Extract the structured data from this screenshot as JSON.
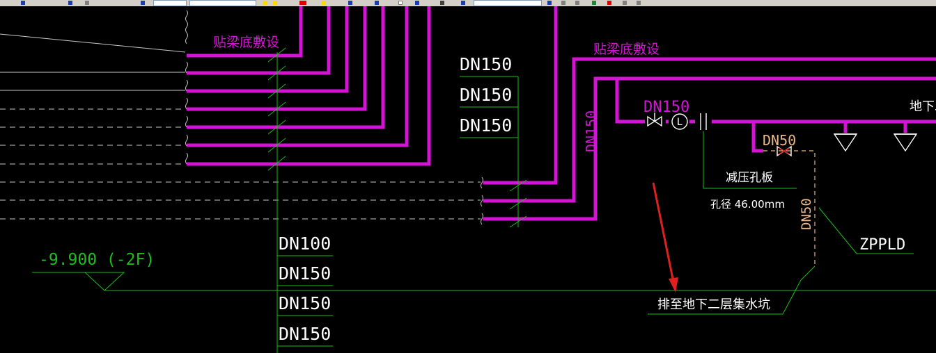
{
  "toolbar": {
    "layer_combo_value": "",
    "style_combo_value": "",
    "text_style_combo_value": "",
    "colors": {
      "face": "#d4d0c8",
      "yellow": "#ffd800",
      "red": "#e00000",
      "blue": "#1c3fae",
      "green": "#1a8a3a"
    }
  },
  "drawing": {
    "colors": {
      "background": "#000000",
      "pipe": "#d414d4",
      "leader": "#18c018",
      "label": "#ffffff",
      "dn50": "#e8b88a",
      "grey": "#c8c8c8",
      "arrow": "#e02020"
    },
    "labels": {
      "beam_bottom_1": "贴梁底敷设",
      "beam_bottom_2": "贴梁底敷设",
      "dn150_a": "DN150",
      "dn150_b": "DN150",
      "dn150_c": "DN150",
      "dn150_vertical": "DN150",
      "dn150_valve": "DN150",
      "dn50_branch": "DN50",
      "dn50_vertical": "DN50",
      "basement_partial": "地下二",
      "orifice_plate": "减压孔板",
      "orifice_diameter": "孔径 46.00mm",
      "zppld": "ZPPLD",
      "elevation": "-9.900 (-2F)",
      "drain_to_pit": "排至地下二层集水坑",
      "dn100_1": "DN100",
      "dn150_1": "DN150",
      "dn150_2": "DN150",
      "dn150_3": "DN150",
      "flow_meter_symbol": "L"
    }
  }
}
